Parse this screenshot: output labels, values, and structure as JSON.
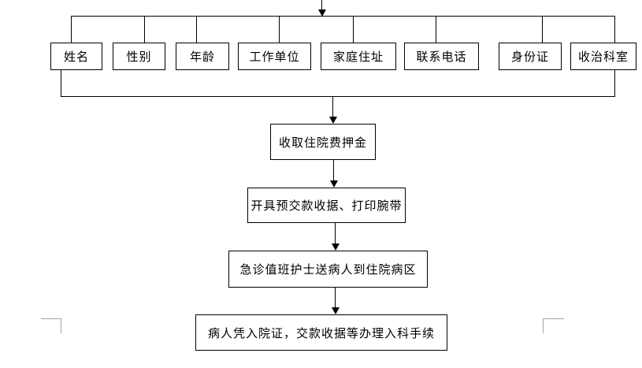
{
  "diagram": {
    "type": "flowchart",
    "top_row": [
      {
        "label": "姓名"
      },
      {
        "label": "性别"
      },
      {
        "label": "年龄"
      },
      {
        "label": "工作单位"
      },
      {
        "label": "家庭住址"
      },
      {
        "label": "联系电话"
      },
      {
        "label": "身份证"
      },
      {
        "label": "收治科室"
      }
    ],
    "flow_steps": [
      {
        "label": "收取住院费押金"
      },
      {
        "label": "开具预交款收据、打印腕带"
      },
      {
        "label": "急诊值班护士送病人到住院病区"
      },
      {
        "label": "病人凭入院证，交款收据等办理入科手续"
      }
    ]
  },
  "colors": {
    "line": "#000000",
    "box_fill": "#ffffff",
    "background": "#ffffff",
    "margin_mark": "#a3a3a3"
  }
}
